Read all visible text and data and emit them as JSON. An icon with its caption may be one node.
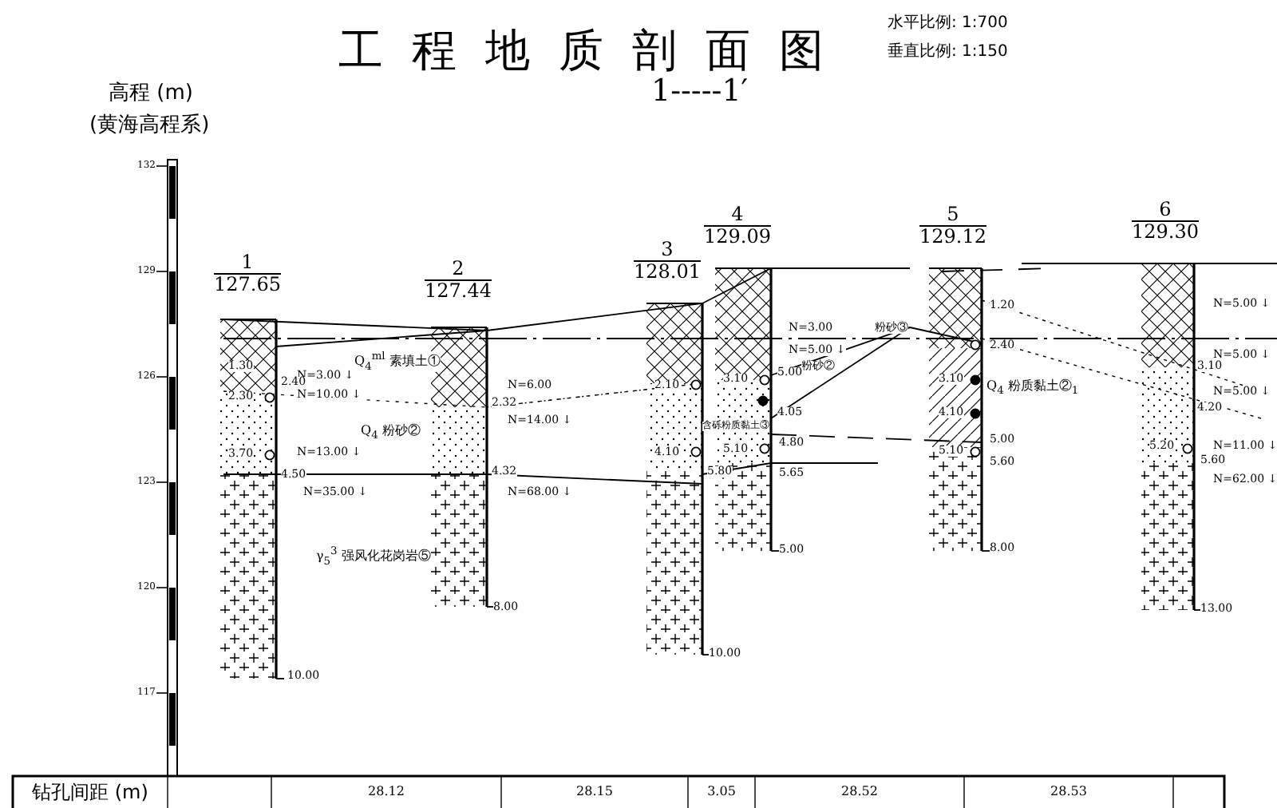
{
  "diagram": {
    "title": "工程地质剖面图",
    "nodes": [
      {
        "text": [
          "1",
          "127.65"
        ]
      },
      {
        "text": [
          "2",
          "127.44"
        ]
      },
      {
        "text": [
          "3",
          "128.01"
        ]
      },
      {
        "text": [
          "4",
          "129.09"
        ]
      },
      {
        "text": [
          "5",
          "129.12"
        ]
      },
      {
        "text": [
          "6",
          "129.30"
        ]
      }
    ],
    "labels": [
      "水平比例: 1:700",
      "垂直比例: 1:150",
      "高程 (m)",
      "1-----1′",
      "(黄海高程系)",
      "132",
      "129",
      "126",
      "123",
      "120",
      "117",
      "Q$_{4}$$^{ml}$ 素填土①",
      "Q$_{4}$ 粉砂②",
      "γ$_{5}$$^{3}$ 强风化花岗岩⑤",
      "含砾粉质黏土③",
      "粉砂②",
      "粉砂③",
      "Q$_{4}$ 粉质黏土②$_{1}$",
      "N=3.00 ↓",
      "N=10.00 ↓",
      "N=13.00 ↓",
      "N=35.00 ↓",
      "N=6.00",
      "N=14.00 ↓",
      "N=68.00 ↓",
      "N=3.00",
      "N=5.00 ↓",
      "N=5.00 ↓",
      "N=5.00 ↓",
      "N=5.00 ↓",
      "N=11.00 ↓",
      "N=62.00 ↓",
      "1.30",
      "2.30",
      "2.40",
      "3.70",
      "4.50",
      "10.00",
      "2.32",
      "4.32",
      "8.00",
      "2.10",
      "4.10",
      "5.80",
      "10.00",
      "3.10",
      "5.00",
      "4.05",
      "4.80",
      "5.10",
      "5.65",
      "5.00",
      "1.20",
      "2.40",
      "3.10",
      "4.10",
      "5.10",
      "5.00",
      "5.60",
      "8.00",
      "3.10",
      "4.20",
      "5.20",
      "5.60",
      "13.00",
      "钻孔间距 (m)",
      "28.12",
      "28.15",
      "3.05",
      "28.52",
      "28.53"
    ]
  }
}
